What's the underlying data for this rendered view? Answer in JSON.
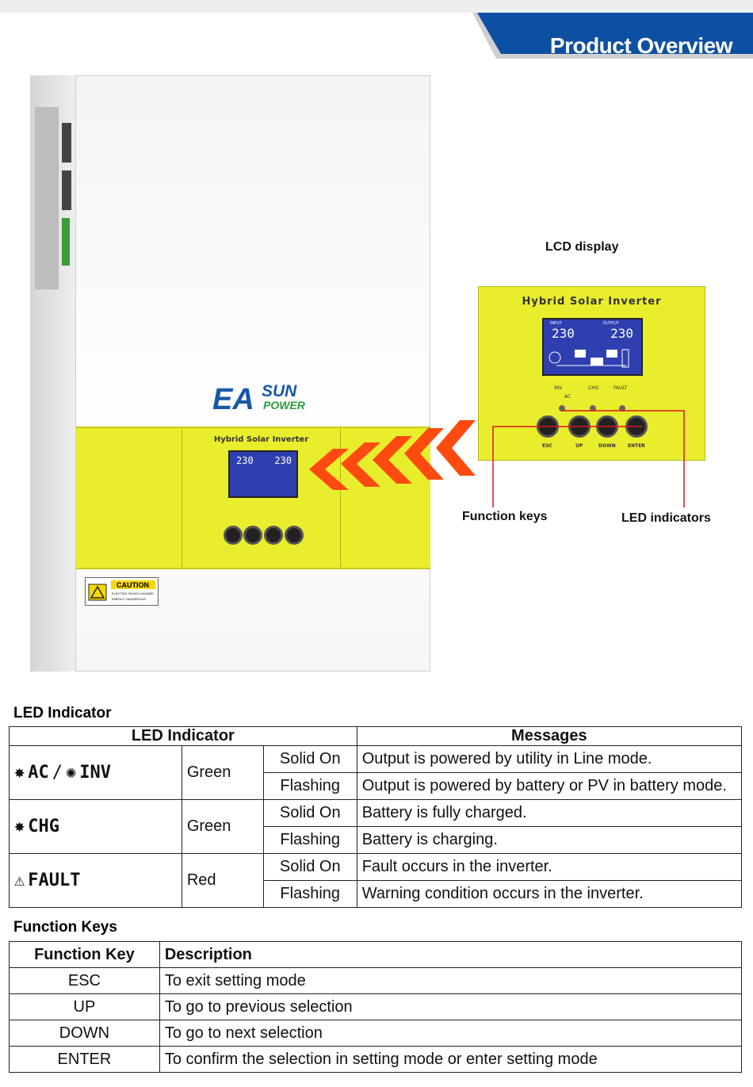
{
  "header": {
    "title": "Product Overview",
    "accent_color": "#0d4fa3"
  },
  "product": {
    "brand_primary": "EASUN",
    "brand_secondary": "POWER",
    "panel_title": "Hybrid Solar Inverter",
    "lcd_input_label": "INPUT",
    "lcd_output_label": "OUTPUT",
    "lcd_input_value": "230",
    "lcd_output_value": "230",
    "led_labels": [
      "INV",
      "CHG",
      "FAULT"
    ],
    "led_sub_label": "AC",
    "key_labels": [
      "ESC",
      "UP",
      "DOWN",
      "ENTER"
    ],
    "caution_label": "CAUTION",
    "caution_text_1": "ELECTRIC SHOCK HAZARD",
    "caution_text_2": "ENERGY HAZARDOUS",
    "band_color": "#e9ee2c"
  },
  "callouts": {
    "lcd": "LCD display",
    "keys": "Function keys",
    "leds": "LED indicators"
  },
  "led_section": {
    "title": "LED Indicator",
    "headers": [
      "LED Indicator",
      "Messages"
    ],
    "rows": [
      {
        "indicator": "AC / INV",
        "indicator_parts": [
          "AC",
          "INV"
        ],
        "color": "Green",
        "states": [
          {
            "state": "Solid On",
            "message": "Output is powered by utility in Line mode."
          },
          {
            "state": "Flashing",
            "message": "Output is powered by battery or PV in battery mode."
          }
        ]
      },
      {
        "indicator": "CHG",
        "color": "Green",
        "states": [
          {
            "state": "Solid On",
            "message": "Battery is fully charged."
          },
          {
            "state": "Flashing",
            "message": "Battery is charging."
          }
        ]
      },
      {
        "indicator": "FAULT",
        "color": "Red",
        "states": [
          {
            "state": "Solid On",
            "message": "Fault occurs in the inverter."
          },
          {
            "state": "Flashing",
            "message": "Warning condition occurs in the inverter."
          }
        ]
      }
    ]
  },
  "function_section": {
    "title": "Function Keys",
    "headers": [
      "Function Key",
      "Description"
    ],
    "rows": [
      {
        "key": "ESC",
        "description": "To exit setting mode"
      },
      {
        "key": "UP",
        "description": "To go to previous selection"
      },
      {
        "key": "DOWN",
        "description": "To go to next selection"
      },
      {
        "key": "ENTER",
        "description": "To confirm the selection in setting mode or enter setting mode"
      }
    ]
  }
}
